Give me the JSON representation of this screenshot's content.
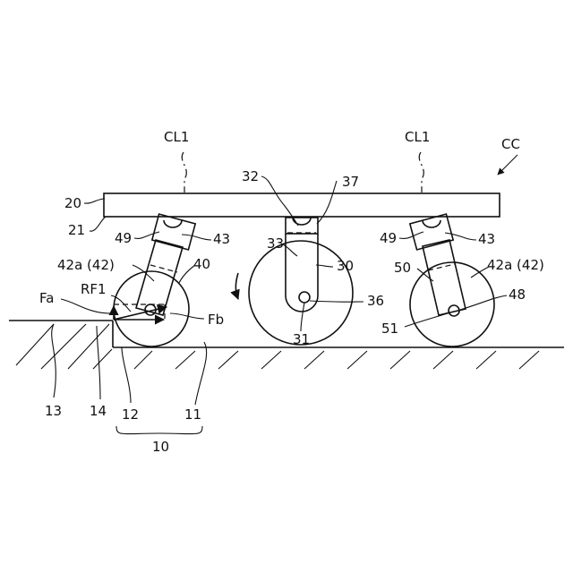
{
  "labels": {
    "cc": "CC",
    "cl1_left": "CL1",
    "cl1_right": "CL1",
    "l20": "20",
    "l21": "21",
    "l32": "32",
    "l37": "37",
    "l49_left": "49",
    "l43_left": "43",
    "l49_right": "49",
    "l43_right": "43",
    "l42a_left": "42a (42)",
    "l40": "40",
    "l33": "33",
    "l30": "30",
    "l50": "50",
    "l42a_right": "42a (42)",
    "lrf1": "RF1",
    "lfa": "Fa",
    "lfb": "Fb",
    "l36": "36",
    "l48": "48",
    "l31": "31",
    "l51": "51",
    "l13": "13",
    "l14": "14",
    "l12": "12",
    "l11": "11",
    "l10": "10"
  }
}
